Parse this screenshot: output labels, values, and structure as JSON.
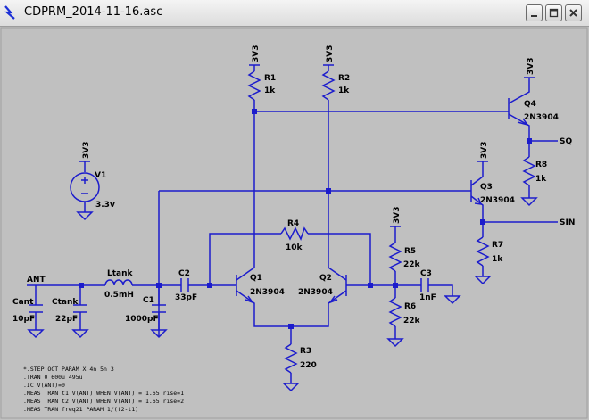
{
  "window": {
    "title": "CDPRM_2014-11-16.asc",
    "icon": "ltspice-app-icon",
    "buttons": [
      "minimize",
      "maximize",
      "close"
    ]
  },
  "colors": {
    "wire": "#1c1ccc",
    "background": "#c0c0c0",
    "text": "#000000"
  },
  "components": {
    "R1": {
      "ref": "R1",
      "value": "1k"
    },
    "R2": {
      "ref": "R2",
      "value": "1k"
    },
    "R3": {
      "ref": "R3",
      "value": "220"
    },
    "R4": {
      "ref": "R4",
      "value": "10k"
    },
    "R5": {
      "ref": "R5",
      "value": "22k"
    },
    "R6": {
      "ref": "R6",
      "value": "22k"
    },
    "R7": {
      "ref": "R7",
      "value": "1k"
    },
    "R8": {
      "ref": "R8",
      "value": "1k"
    },
    "Q1": {
      "ref": "Q1",
      "value": "2N3904"
    },
    "Q2": {
      "ref": "Q2",
      "value": "2N3904"
    },
    "Q3": {
      "ref": "Q3",
      "value": "2N3904"
    },
    "Q4": {
      "ref": "Q4",
      "value": "2N3904"
    },
    "C1": {
      "ref": "C1",
      "value": "1000pF"
    },
    "C2": {
      "ref": "C2",
      "value": "33pF"
    },
    "C3": {
      "ref": "C3",
      "value": "1nF"
    },
    "Cant": {
      "ref": "Cant",
      "value": "10pF"
    },
    "Ctank": {
      "ref": "Ctank",
      "value": "22pF"
    },
    "Ltank": {
      "ref": "Ltank",
      "value": "0.5mH"
    },
    "V1": {
      "ref": "V1",
      "value": "3.3v"
    }
  },
  "net_labels": {
    "vcc": "3V3",
    "sq": "SQ",
    "sin": "SIN",
    "ant": "ANT"
  },
  "directives": [
    "*.STEP OCT PARAM X 4n 5n 3",
    ".TRAN 0 600u 495u",
    ".IC V(ANT)=0",
    ".MEAS TRAN t1 V(ANT) WHEN V(ANT) = 1.65 rise=1",
    ".MEAS TRAN t2 V(ANT) WHEN V(ANT) = 1.65 rise=2",
    ".MEAS TRAN freq21 PARAM 1/(t2-t1)"
  ]
}
